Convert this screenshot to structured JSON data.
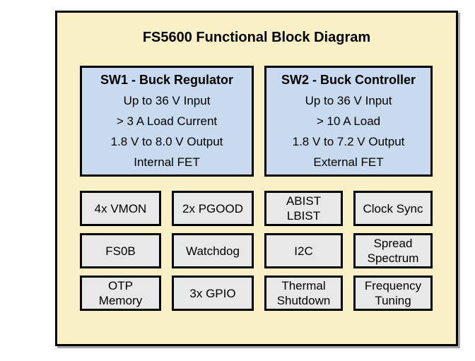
{
  "diagram": {
    "title": "FS5600 Functional Block Diagram",
    "colors": {
      "frame_fill": "#FAF0C6",
      "feature_fill": "#C8DAEE",
      "module_fill": "#E8E8E8",
      "border_color": "#000000"
    },
    "feature_blocks": [
      {
        "title": "SW1 - Buck Regulator",
        "lines": [
          "Up to 36 V Input",
          "> 3 A Load Current",
          "1.8 V to 8.0 V Output",
          "Internal FET"
        ]
      },
      {
        "title": "SW2 - Buck Controller",
        "lines": [
          "Up to 36 V Input",
          "> 10 A Load",
          "1.8 V to 7.2 V Output",
          "External FET"
        ]
      }
    ],
    "modules": [
      "4x VMON",
      "2x PGOOD",
      "ABIST\nLBIST",
      "Clock Sync",
      "FS0B",
      "Watchdog",
      "I2C",
      "Spread\nSpectrum",
      "OTP\nMemory",
      "3x GPIO",
      "Thermal\nShutdown",
      "Frequency\nTuning"
    ]
  }
}
